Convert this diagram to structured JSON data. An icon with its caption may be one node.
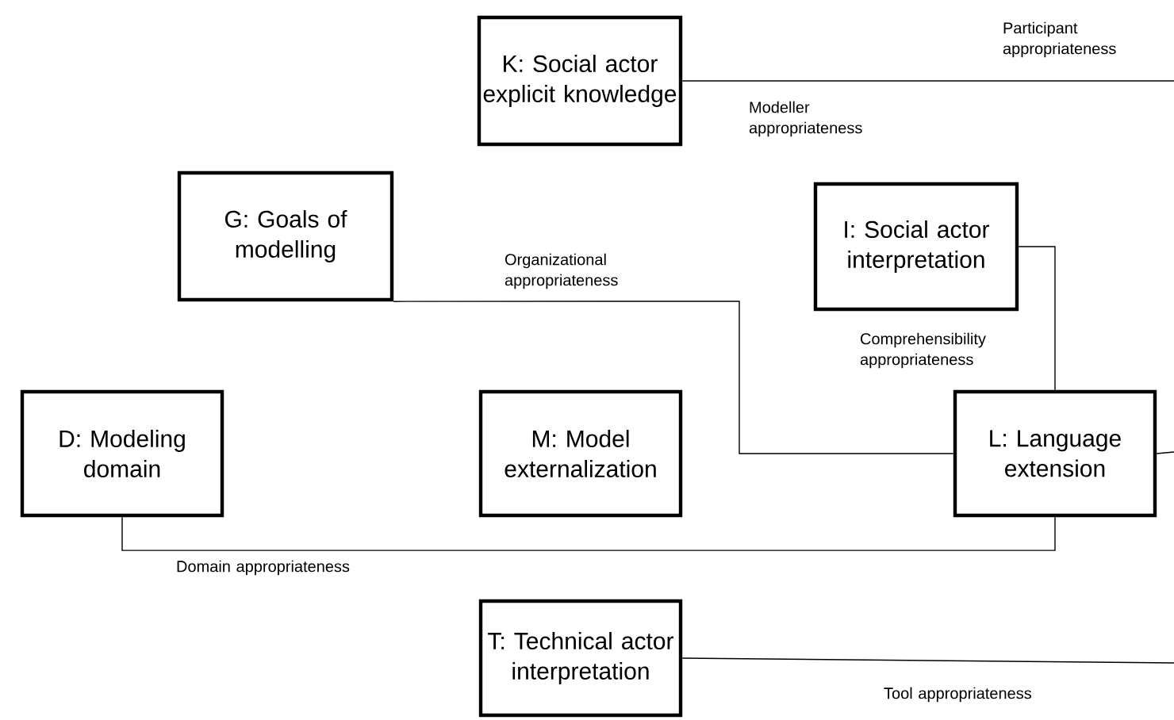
{
  "diagram": {
    "nodes": [
      {
        "text": [
          "K: Social actor explicit knowledge"
        ]
      },
      {
        "text": [
          "G: Goals of modelling"
        ]
      },
      {
        "text": [
          "I: Social actor interpretation"
        ]
      },
      {
        "text": [
          "D: Modeling domain"
        ]
      },
      {
        "text": [
          "M: Model externalization"
        ]
      },
      {
        "text": [
          "L: Language extension"
        ]
      },
      {
        "text": [
          "T: Technical actor interpretation"
        ]
      }
    ],
    "edges": [
      {
        "from": 0,
        "to": null,
        "arrow": "none",
        "label": "Modeller appropriateness"
      },
      {
        "from": 1,
        "to": 5,
        "arrow": "none",
        "label": "Organizational appropriateness"
      },
      {
        "from": 2,
        "to": 5,
        "arrow": "none",
        "label": "Comprehensibility appropriateness"
      },
      {
        "from": 3,
        "to": 5,
        "arrow": "none",
        "label": "Domain appropriateness"
      },
      {
        "from": 5,
        "to": null,
        "arrow": "none"
      },
      {
        "from": 6,
        "to": null,
        "arrow": "none",
        "label": "Tool appropriateness"
      }
    ],
    "labels": [
      "Participant appropriateness"
    ]
  }
}
